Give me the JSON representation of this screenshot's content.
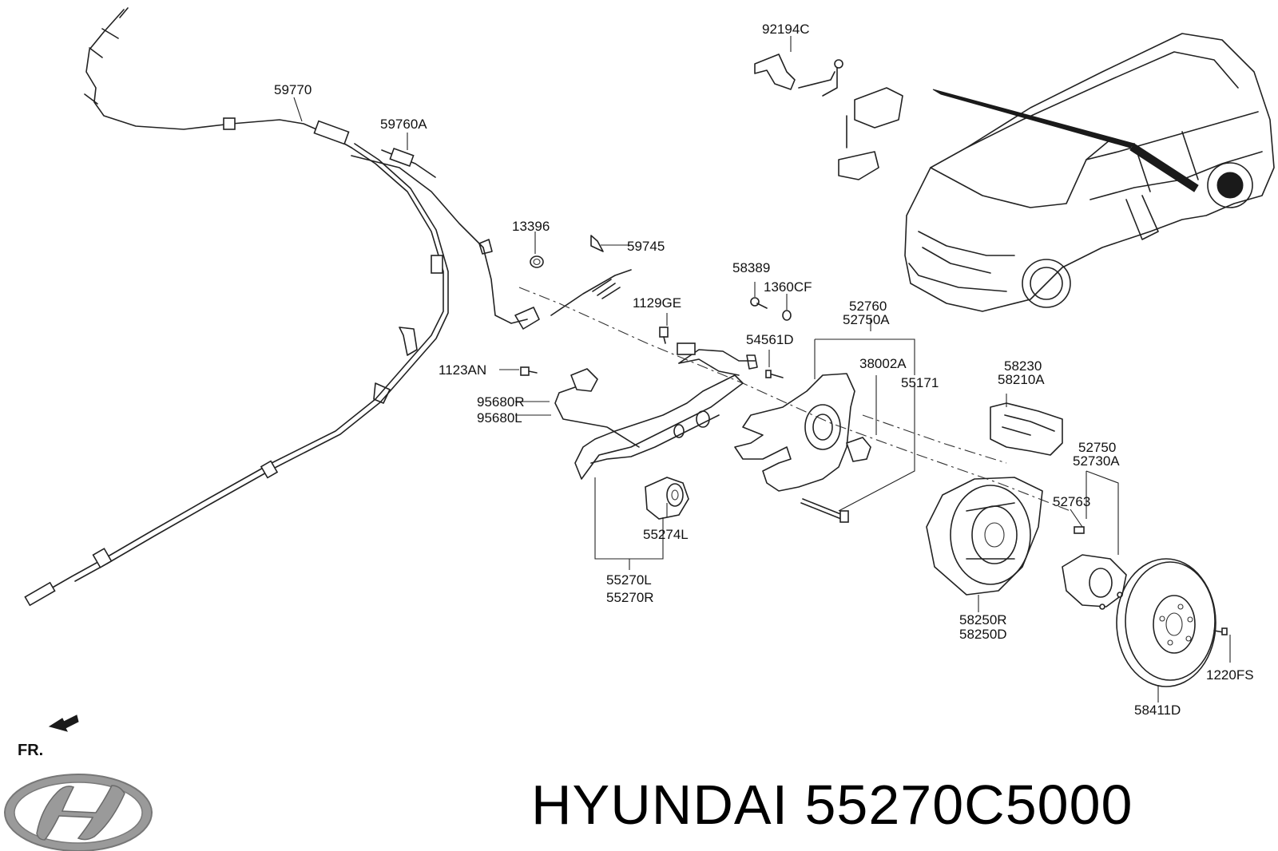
{
  "labels": {
    "p92194C": "92194C",
    "p59770": "59770",
    "p59760A": "59760A",
    "p13396": "13396",
    "p59745": "59745",
    "p58389": "58389",
    "p1360CF": "1360CF",
    "p52760": "52760",
    "p52750A": "52750A",
    "p1129GE": "1129GE",
    "p54561D": "54561D",
    "p38002A": "38002A",
    "p55171": "55171",
    "p1123AN": "1123AN",
    "p95680R": "95680R",
    "p95680L": "95680L",
    "p58230": "58230",
    "p58210A": "58210A",
    "p52750": "52750",
    "p52730A": "52730A",
    "p52763": "52763",
    "p55274L": "55274L",
    "p55270L": "55270L",
    "p55270R": "55270R",
    "p58250R": "58250R",
    "p58250D": "58250D",
    "p1220FS": "1220FS",
    "p58411D": "58411D"
  },
  "orientation": "FR.",
  "brand": "HYUNDAI",
  "part_number": "55270C5000",
  "logo": "hyundai-logo"
}
